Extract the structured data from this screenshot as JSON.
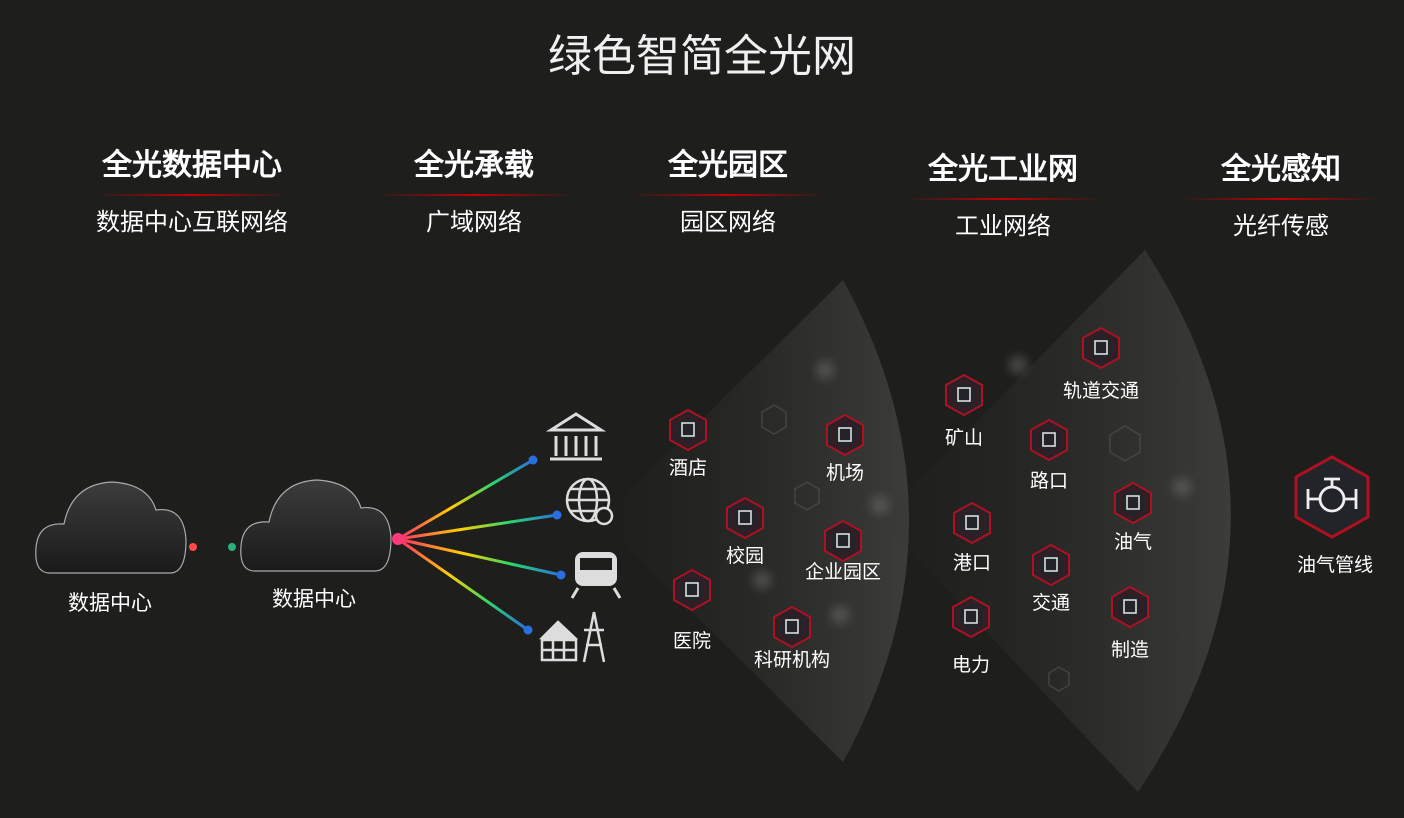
{
  "title": "绿色智简全光网",
  "columns": [
    {
      "heading": "全光数据中心",
      "sub": "数据中心互联网络"
    },
    {
      "heading": "全光承载",
      "sub": "广域网络"
    },
    {
      "heading": "全光园区",
      "sub": "园区网络"
    },
    {
      "heading": "全光工业网",
      "sub": "工业网络"
    },
    {
      "heading": "全光感知",
      "sub": "光纤传感"
    }
  ],
  "clouds": [
    "数据中心",
    "数据中心"
  ],
  "wan_icons": [
    "bank-icon",
    "globe-finance-icon",
    "train-icon",
    "factory-power-icon"
  ],
  "campus": [
    "酒店",
    "机场",
    "校园",
    "企业园区",
    "医院",
    "科研机构"
  ],
  "industrial": [
    "矿山",
    "轨道交通",
    "路口",
    "港口",
    "油气",
    "交通",
    "电力",
    "制造"
  ],
  "sensing": "油气管线",
  "colors": {
    "bg": "#1e1e1c",
    "accent": "#c00000"
  }
}
